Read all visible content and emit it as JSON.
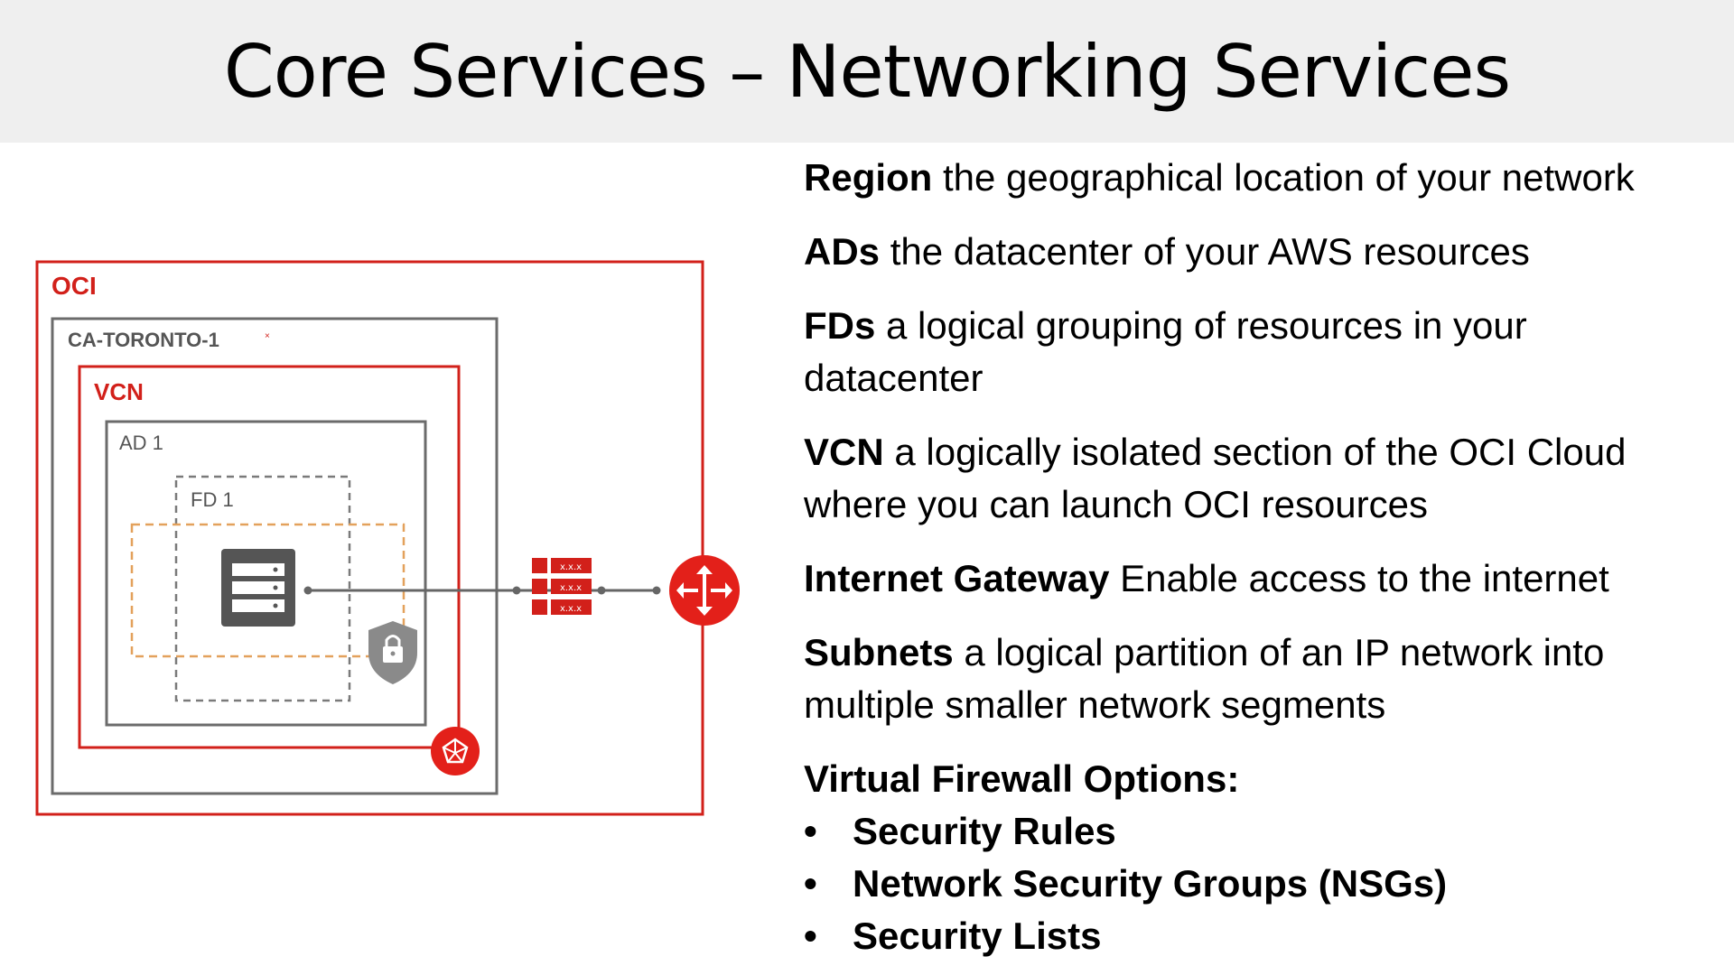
{
  "slide": {
    "title": "Core Services – Networking Services"
  },
  "diagram": {
    "oci_label": "OCI",
    "region_label": "CA-TORONTO-1",
    "region_mark": "×",
    "vcn_label": "VCN",
    "ad_label": "AD 1",
    "fd_label": "FD 1",
    "route_table_rows": [
      "x.x.x",
      "x.x.x",
      "x.x.x"
    ],
    "icons": [
      "server-icon",
      "lock-shield-icon",
      "route-table-icon",
      "internet-gateway-icon",
      "vcn-badge-icon"
    ],
    "colors": {
      "oci_red": "#d2201a",
      "region_gray": "#6b6b6b",
      "fd_dashed": "#7a7a7a",
      "subnet_orange": "#e3a15c",
      "server_dark": "#555555"
    }
  },
  "definitions": [
    {
      "term": "Region",
      "text": " the geographical location of your network"
    },
    {
      "term": "ADs",
      "text": " the datacenter of your AWS resources"
    },
    {
      "term": "FDs",
      "text": " a logical grouping of resources in your datacenter"
    },
    {
      "term": "VCN",
      "text": " a logically isolated section of the OCI Cloud where you can launch OCI resources"
    },
    {
      "term": "Internet Gateway",
      "text": " Enable access to the internet"
    },
    {
      "term": "Subnets",
      "text": " a logical partition of an IP network into multiple smaller network segments"
    }
  ],
  "firewall": {
    "heading": "Virtual Firewall Options:",
    "bullet": "•",
    "options": [
      "Security Rules",
      "Network Security Groups (NSGs)",
      "Security Lists"
    ]
  }
}
